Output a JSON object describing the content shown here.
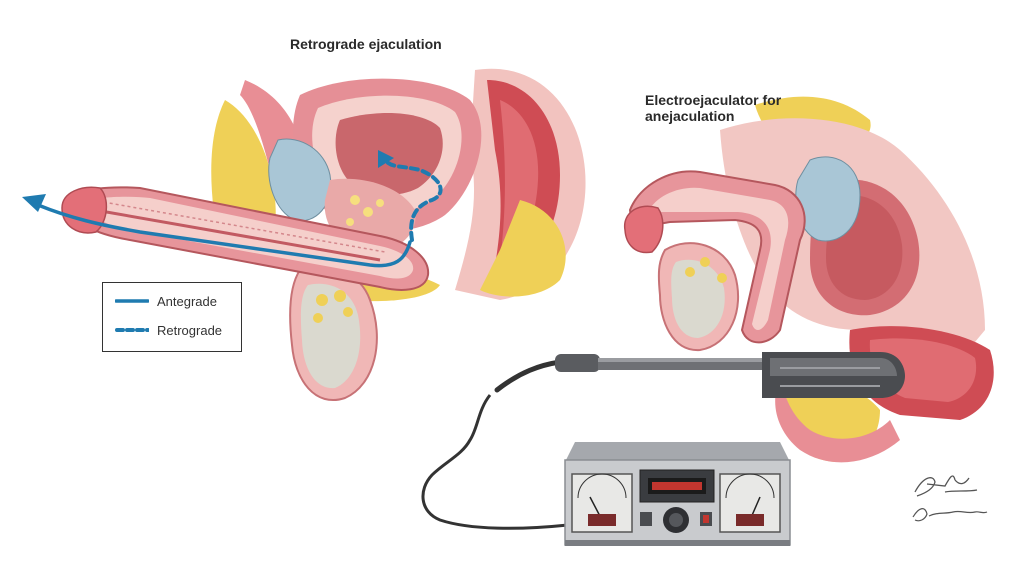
{
  "title_left": "Retrograde ejaculation",
  "title_right": [
    "Electroejaculator for",
    "anejaculation"
  ],
  "legend": {
    "antegrade": "Antegrade",
    "retrograde": "Retrograde"
  },
  "colors": {
    "flow": "#1f7bb0",
    "tissue_pink": "#e08a92",
    "tissue_light": "#f3c7c4",
    "fat_yellow": "#efd057",
    "bladder_blue": "#a9c6d6",
    "rectum_red": "#c9414a",
    "device_gray": "#c9cbce"
  },
  "signature_lines": [
    "F. Netter",
    "B. Dallanzo"
  ]
}
